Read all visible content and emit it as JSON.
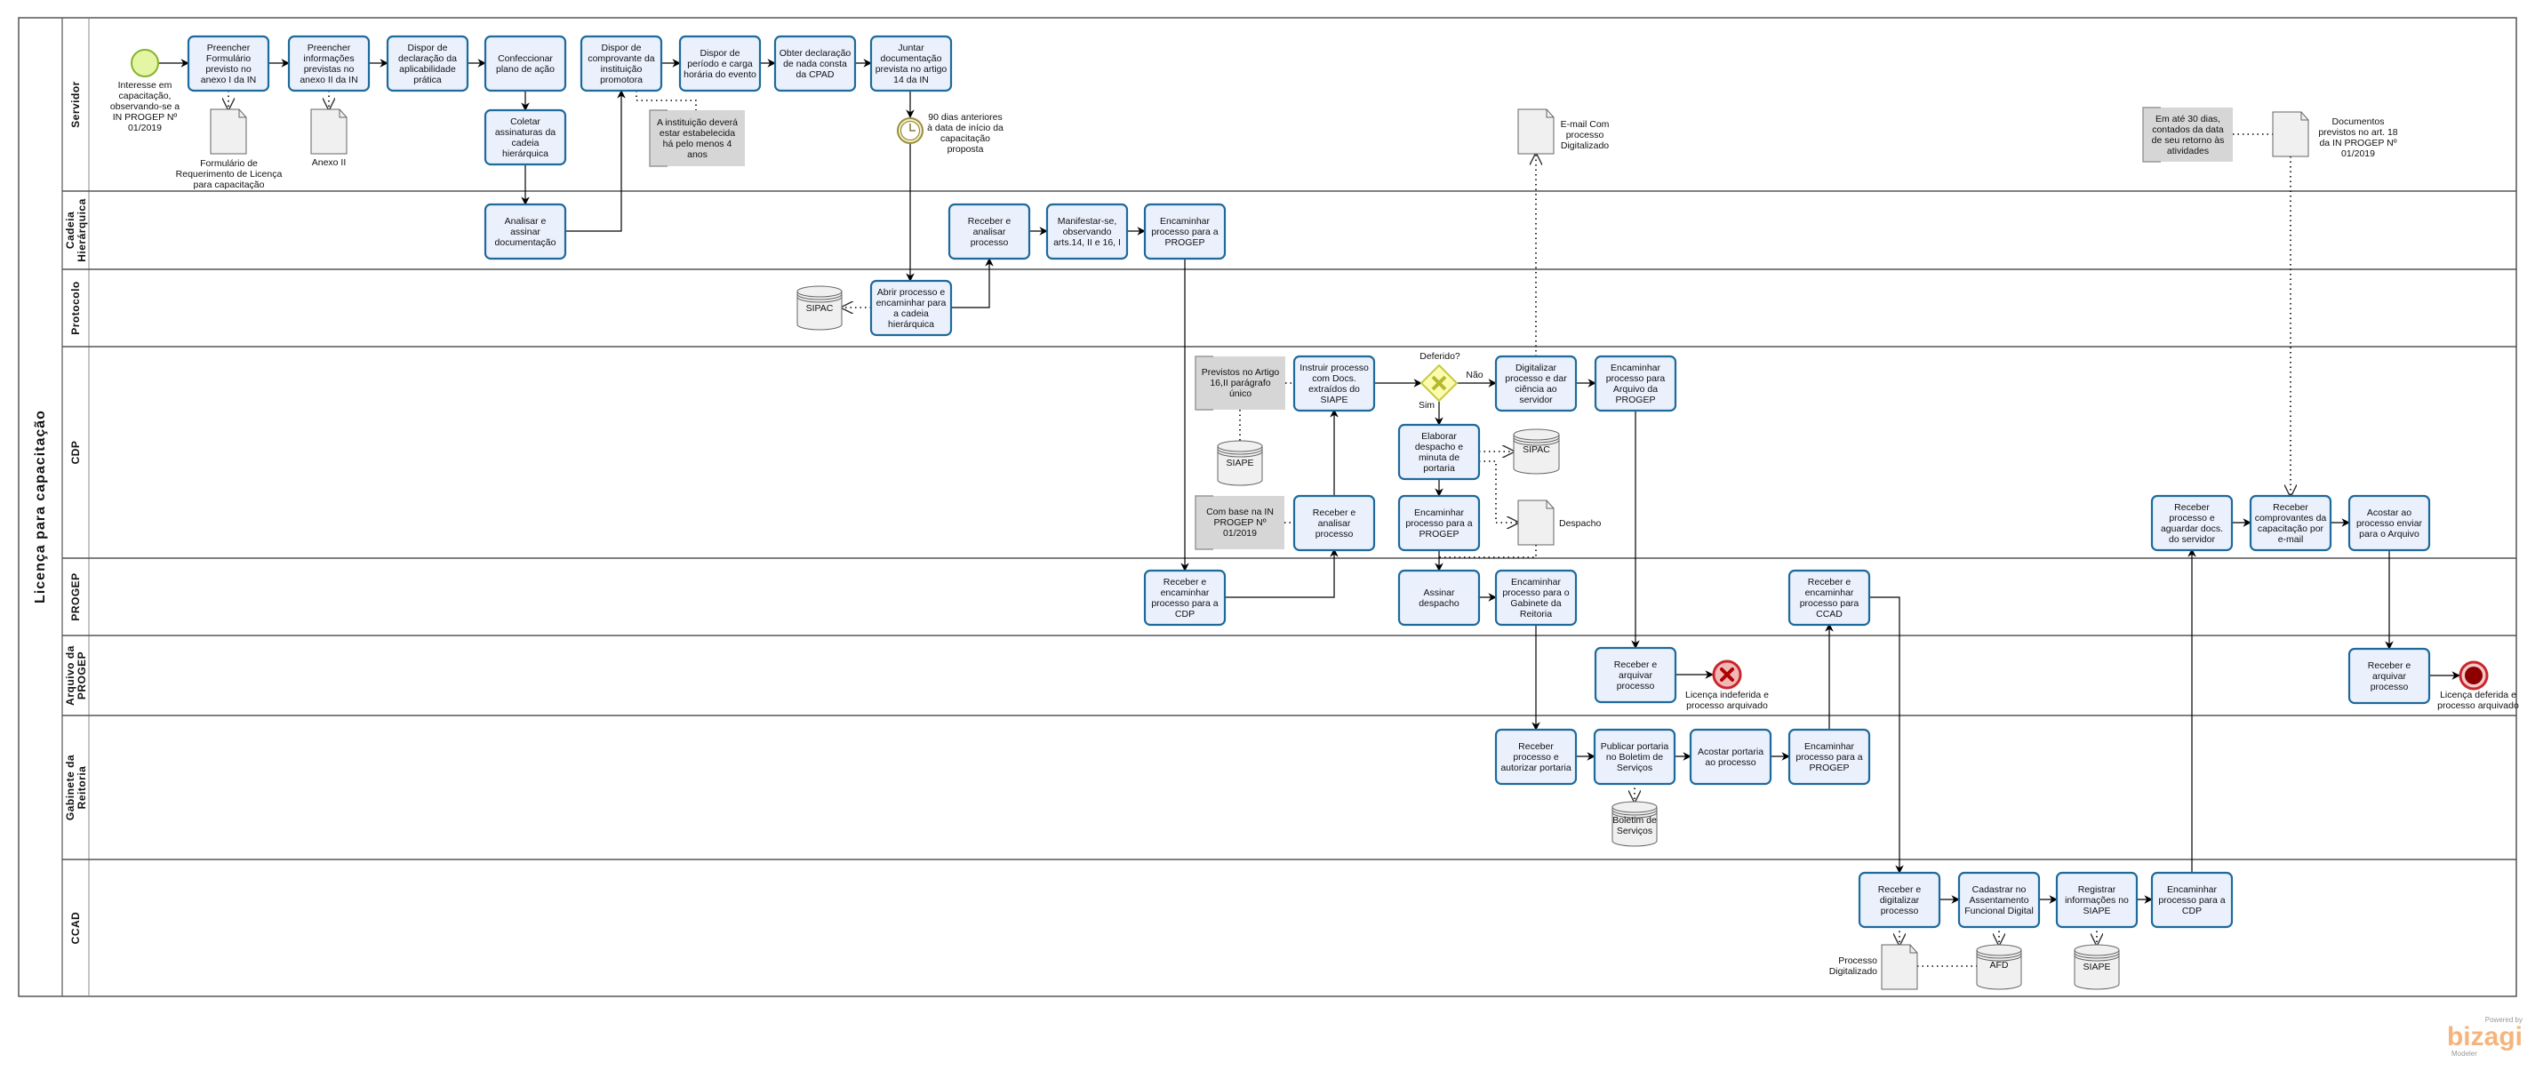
{
  "pool": {
    "title": "Licença para capacitação"
  },
  "lanes": {
    "servidor": "Servidor",
    "cadeia": "Cadeia Hierárquica",
    "protocolo": "Protocolo",
    "cdp": "CDP",
    "progep": "PROGEP",
    "arquivo": "Arquivo da PROGEP",
    "gabinete": "Gabinete da Reitoria",
    "ccad": "CCAD"
  },
  "tasks": {
    "s1": "Preencher Formulário previsto no anexo I da IN",
    "s2": "Preencher informações previstas no anexo II da IN",
    "s3": "Dispor de declaração da aplicabilidade prática",
    "s4": "Confeccionar plano de ação",
    "s5": "Dispor de comprovante da instituição promotora",
    "s6": "Dispor de período e carga horária do evento",
    "s7": "Obter declaração de nada consta da CPAD",
    "s8": "Juntar documentação prevista no artigo 14 da IN",
    "s_coletar": "Coletar assinaturas da cadeia hierárquica",
    "c_analisar": "Analisar e assinar documentação",
    "p_abrir": "Abrir processo e encaminhar para a cadeia hierárquica",
    "c_receber": "Receber e analisar processo",
    "c_manifestar": "Manifestar-se, observando arts.14, II e 16, I",
    "c_encaminhar": "Encaminhar processo para a PROGEP",
    "cdp_instruir": "Instruir processo com Docs. extraídos do SIAPE",
    "cdp_digitalizar": "Digitalizar processo e dar ciência ao servidor",
    "cdp_enc_arquivo": "Encaminhar processo para Arquivo da PROGEP",
    "cdp_elaborar": "Elaborar despacho e minuta de portaria",
    "cdp_receber": "Receber e analisar processo",
    "cdp_enc_progep": "Encaminhar processo para a PROGEP",
    "cdp_receber_aguardar": "Receber processo e aguardar docs. do servidor",
    "cdp_receber_comprov": "Receber comprovantes da capacitação por e-mail",
    "cdp_acostar": "Acostar ao processo enviar para o Arquivo",
    "pg_receber_cdp": "Receber e encaminhar processo para a CDP",
    "pg_assinar": "Assinar despacho",
    "pg_enc_gabinete": "Encaminhar processo para o Gabinete da Reitoria",
    "pg_receber_ccad": "Receber e encaminhar processo para CCAD",
    "ar_receber1": "Receber e arquivar processo",
    "ar_receber2": "Receber e arquivar processo",
    "gb_receber": "Receber processo e autorizar portaria",
    "gb_publicar": "Publicar portaria no Boletim de Serviços",
    "gb_acostar": "Acostar portaria ao processo",
    "gb_encaminhar": "Encaminhar processo para a PROGEP",
    "cc_receber": "Receber e digitalizar processo",
    "cc_cadastrar": "Cadastrar no Assentamento Funcional Digital",
    "cc_registrar": "Registrar informações no SIAPE",
    "cc_encaminhar": "Encaminhar processo para a CDP"
  },
  "events": {
    "start": "Interesse em capacitação, observando-se a IN PROGEP Nº 01/2019",
    "timer": "90 dias anteriores à data de início da capacitação proposta",
    "end_error": "Licença indeferida e processo arquivado",
    "end": "Licença deferida e processo arquivado"
  },
  "gateway": {
    "question": "Deferido?",
    "no": "Não",
    "yes": "Sim"
  },
  "documents": {
    "formulario": "Formulário de Requerimento de Licença para capacitação",
    "anexo2": "Anexo II",
    "email": "E-mail Com processo Digitalizado",
    "despacho": "Despacho",
    "docs_art18": "Documentos previstos no art. 18 da IN  PROGEP Nº 01/2019",
    "proc_digit": "Processo Digitalizado"
  },
  "datastores": {
    "sipac1": "SIPAC",
    "siape1": "SIAPE",
    "sipac2": "SIPAC",
    "boletim": "Boletim de Serviços",
    "afd": "AFD",
    "siape2": "SIAPE"
  },
  "annotations": {
    "instituicao": "A instituição deverá estar estabelecida há pelo menos 4 anos",
    "previstos": "Previstos no Artigo 16,II parágrafo único",
    "combase": "Com base na IN PROGEP Nº 01/2019",
    "trinta": "Em até 30 dias, contados da data de seu retorno às atividades"
  },
  "branding": {
    "powered": "Powered by",
    "name": "bizagi",
    "product": "Modeler"
  },
  "colors": {
    "task_fill": "#eaf0fc",
    "task_stroke": "#1d6a9b",
    "start_fill": "#e4f5a3",
    "start_stroke": "#86b32b",
    "end_stroke": "#c8262b",
    "end_fill": "#8e0000",
    "gateway_fill": "#fbfbb0",
    "gateway_stroke": "#c8c840",
    "annotation_fill": "#d6d6d6",
    "artifact_fill": "#f0f0f0"
  }
}
